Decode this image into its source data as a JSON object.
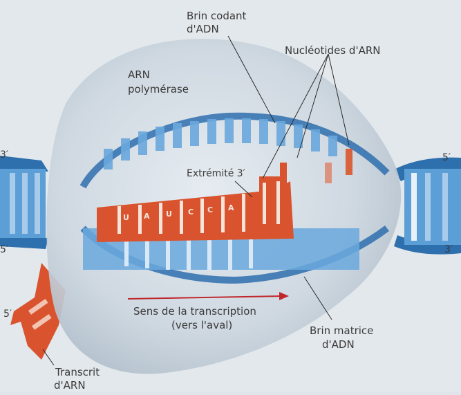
{
  "labels": {
    "brin_codant": [
      "Brin codant",
      "d'ADN"
    ],
    "nucleotides_arn": "Nucléotides d'ARN",
    "arn_polymerase": [
      "ARN",
      "polymérase"
    ],
    "extremite_3": "Extrémité 3′",
    "sens_transcription": [
      "Sens de la transcription",
      "(vers l'aval)"
    ],
    "brin_matrice": [
      "Brin matrice",
      "d'ADN"
    ],
    "transcrit_arn": [
      "Transcrit",
      "d'ARN"
    ]
  },
  "strand_ends": {
    "left_top": "3′",
    "left_bottom": "5′",
    "right_top": "5′",
    "right_bottom": "3′",
    "rna_5": "5′"
  },
  "rna_bases": [
    "U",
    "A",
    "U",
    "C",
    "C",
    "A"
  ],
  "colors": {
    "dna": "#5b9fd6",
    "dna_dark": "#2e6fae",
    "rna": "#d9542e",
    "polymerase": "#c9d4de",
    "arrow": "#c0272d"
  }
}
